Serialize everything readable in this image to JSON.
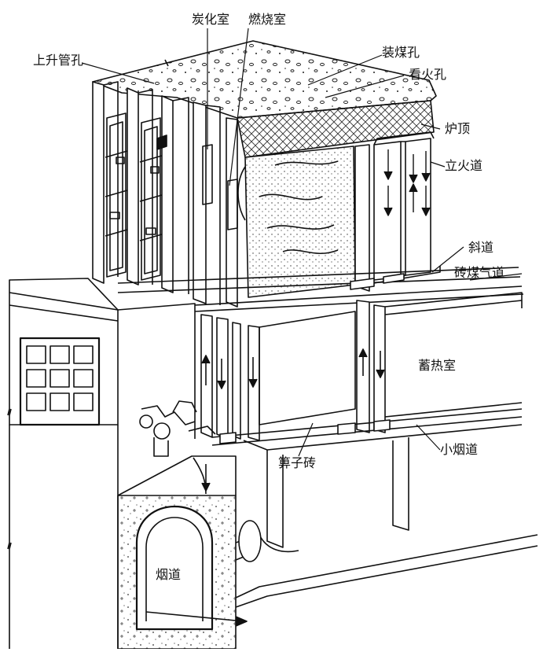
{
  "labels": {
    "carbonization_chamber": "炭化室",
    "combustion_chamber": "燃烧室",
    "ascension_pipe_hole": "上升管孔",
    "charging_hole": "装煤孔",
    "inspection_hole": "看火孔",
    "oven_roof": "炉顶",
    "vertical_flue": "立火道",
    "inclined_flue": "斜道",
    "brick_gas_duct": "砖煤气道",
    "regenerator": "蓄热室",
    "small_flue": "小烟道",
    "grate_brick": "箅子砖",
    "flue": "烟道"
  }
}
